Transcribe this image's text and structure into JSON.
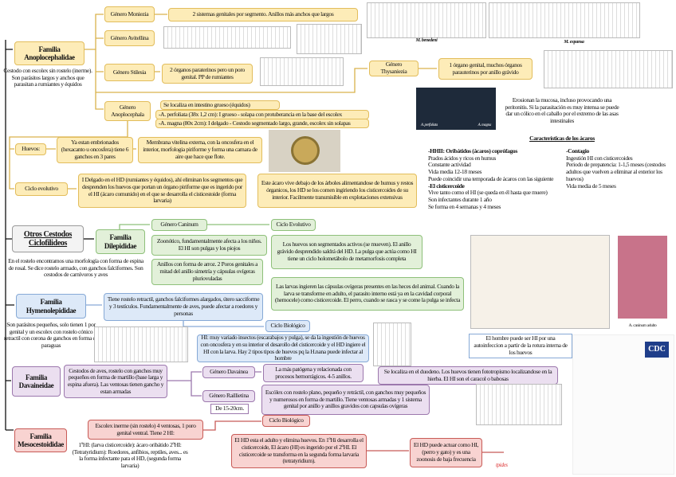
{
  "anoplo": {
    "family": "Familia Anoplocephalidae",
    "desc": "Cestodo con escolex sin rostelo (inerme). Son parásitos largos y anchos que parasitan a rumiantes y équidos",
    "moniezia": "Género Moniezia",
    "moniezia_text": "2 sistemas genitales por segmento. Anillos más anchos que largos",
    "avitellina": "Género Avitellina",
    "stilesia": "Género Stilesia",
    "stilesia_text": "2 órganos paraterinos pero un poro genital. PP de rumiantes",
    "thysaniezia": "Género Thysaniezia",
    "thysaniezia_text": "1 órgano genital, muchos órganos parauterinos por anillo grávido",
    "img_benedeni": "M. benedeni",
    "img_expansa": "M. expansa",
    "anoplocephala": "Género Anoplocephala",
    "anoplocephala_loc": "Se localiza en intestino grueso (équidos)",
    "perfoliata": "-A. perfoliata (38x 1,2 cm): I grueso - solapa con protuberancia en la base del escolex",
    "magna": "-A. magna (80x 2cm): I delgado - Cestodo segmentado largo, grande, escolex sin solapas",
    "photo_labels": [
      "A. perfoliata",
      "A. magna"
    ],
    "erosion": "Erosionan la mucosa, incluso provocando una peritonitis. Si la parasitación es muy intensa se puede dar un cólico en el caballo por el extremo de las asas intestinales",
    "huevos": "Huevos:",
    "huevos_1": "Ya estan embrionados (hexacanto u oncosfera) tiene 6 ganchos en 3 pares",
    "huevos_2": "Membrana vitelina externa, con la oncosfera en el interior, morfologia piriforme y forma una camara de aire que hace que flote.",
    "ciclo": "Ciclo evolutivo",
    "ciclo_1": "I Delgado en el HD (rumiantes y équidos), ahí eliminan los segmentos que desprenden los huevos que portan un órgano piriforme que es ingerido por el HI (ácaro comunido) en el que se desarrolla el cisticestoide (forma larvaria)",
    "ciclo_2": "Este ácaro vive debajo de los árboles alimentandose de humus y restos órganicos, los HD se los comen ingiriendo los cisticercoides de su interior. Facilmente transmisible en explotaciones extensivas"
  },
  "acaros": {
    "title": "Características de los ácaros",
    "left": [
      "-HHII: Oribátidos (ácaros) coprófagos",
      "Prados ácidos y ricos en humus",
      "Constante actividad",
      "Vida media 12-18 meses",
      "Puede coincidir una temporada de ácaros con las siguiente",
      "-El cisticercoide",
      "Vive tanto como el HI (se queda en él hasta que muere)",
      "Son infectantes durante 1 año",
      "Se forma en 4 semanas y 4 meses"
    ],
    "right": [
      "-Contagio",
      "Ingestión HI con cisticercoides",
      "Periodo de prepatencia: 1-1,5 meses (cestodos adultos que vuelven a eliminar al exterior los huevos)",
      "Vida media de 5 meses"
    ]
  },
  "otros": {
    "title": "Otros Cestodos Ciclofilideos"
  },
  "dilep": {
    "family": "Familia Dilepididae",
    "desc": "En el rostelo encontramos una morfología con forma de espina de rosal. Se dice rostelo armado, con ganchos falciformes. Son cestodos de carnívoros y aves",
    "caninum": "Género Caninum",
    "ciclo": "Ciclo Evolutivo",
    "zoo": "Zoonótico, fundamentalmente afecta a los niños. El HI son pulgas y los piojos",
    "anillos": "Anillos con forma de arroz. 2 Poros genitales a mitad del anillo simetría y cápsulas ovígeras pluriovuladas",
    "huevos": "Los huevos son segmentados activos (se mueven). El anillo grávido desprendido saldrá del HD. La pulga que actúa como HI tiene un ciclo holometábolo de metamorfosis completa",
    "larvas": "Las larvas ingieren las cápsulas ovígeras presentes en las heces del animal. Cuando la larva se transforme en adulto, el parasito interno está ya en la cavidad corporal (hemocele) como cisticercoide. El perro, cuando se rasca y se come la pulga se infecta"
  },
  "hymeno": {
    "family": "Familia Hymenolepididae",
    "desc": "Son parásitos pequeños, solo tienen 1 por genital y un escolex con rostelo cónico retractil con corona de ganchos en forma de paraguas",
    "text": "Tiene rostelo retractil, ganchos falciformes alargados, útero sacciforme y 3 testículos. Fundamentalmente de aves, puede afectar a roedores y personas",
    "ciclo": "Ciclo Biológico",
    "hi": "HI: muy variado insectos (escarabajos y pulga), se da la ingestión de huevos con oncosfera y en su interior el desarollo del cisticercoide y el HD ingiere el HI con la larva. Hay 2 tipos tipos de huevos pq la H.nana puede infectar al hombre",
    "hombre": "El hombre puede ser HI por una autoinfeccion a partir de la rotura interna de los huevos"
  },
  "davai": {
    "family": "Familia Davaineidae",
    "desc": "Cestodos de aves, rostelo con ganchos muy pequeños en forma de martillo (base larga y espina afuera). Las ventosas tienen gancho y estan armadas",
    "davainea": "Género Davainea",
    "davainea_text": "La más patógena y relacionada con procesos hemorrágicos. 4-5 anillos.",
    "davainea_loc": "Se localiza en el duodeno. Los huevos tienen fototropismo localizandose en la hierba. El HI son el caracol o babosas",
    "raillietina": "Género Raillietina",
    "size": "De 15-20cm.",
    "raillietina_text": "Escólex con rostelo plano, pequeño y retráctil, con ganchos muy pequeños y numerosos en forma de martillo. Tiene ventosas armadas y 1 sistema genital por anillo y anillos gravidos con capsulas ovígeras"
  },
  "meso": {
    "family": "Familia Mesocestoididae",
    "escolex": "Escolex inerme (sin rostelo) 4 ventosas, 1 poro genital ventral. Tiene 2 HI:",
    "desc": "1ºHI: (larva cisticercoide): ácaro oribátido 2ºHI: (Tetratyridium): Roedores, anfibios, reptiles, aves... es la forma infectante para el HD, (segunda forma larvaria)",
    "ciclo": "Ciclo Biológico",
    "hd": "El HD esta el adulto y elimina huevos. En 1ºHi desarrolla el cisticercoide, El ácaro (HI) es ingerido por el 2ºHI. El cisticercoide se transforma en la segunda forma larvaria (tetratyridium).",
    "zoonosis": "El HD puede actuar como HI, (perro y gato) y es una zoonosis de baja frecuencia",
    "tpides": "tpides"
  },
  "images": {
    "cdc": "CDC",
    "adult": "A. caninum adulto"
  },
  "colors": {
    "yellow": "#fdecb8",
    "green": "#e2f0d9",
    "blue": "#dde9f8",
    "purple": "#ebdff0",
    "red": "#f8d3d1"
  }
}
